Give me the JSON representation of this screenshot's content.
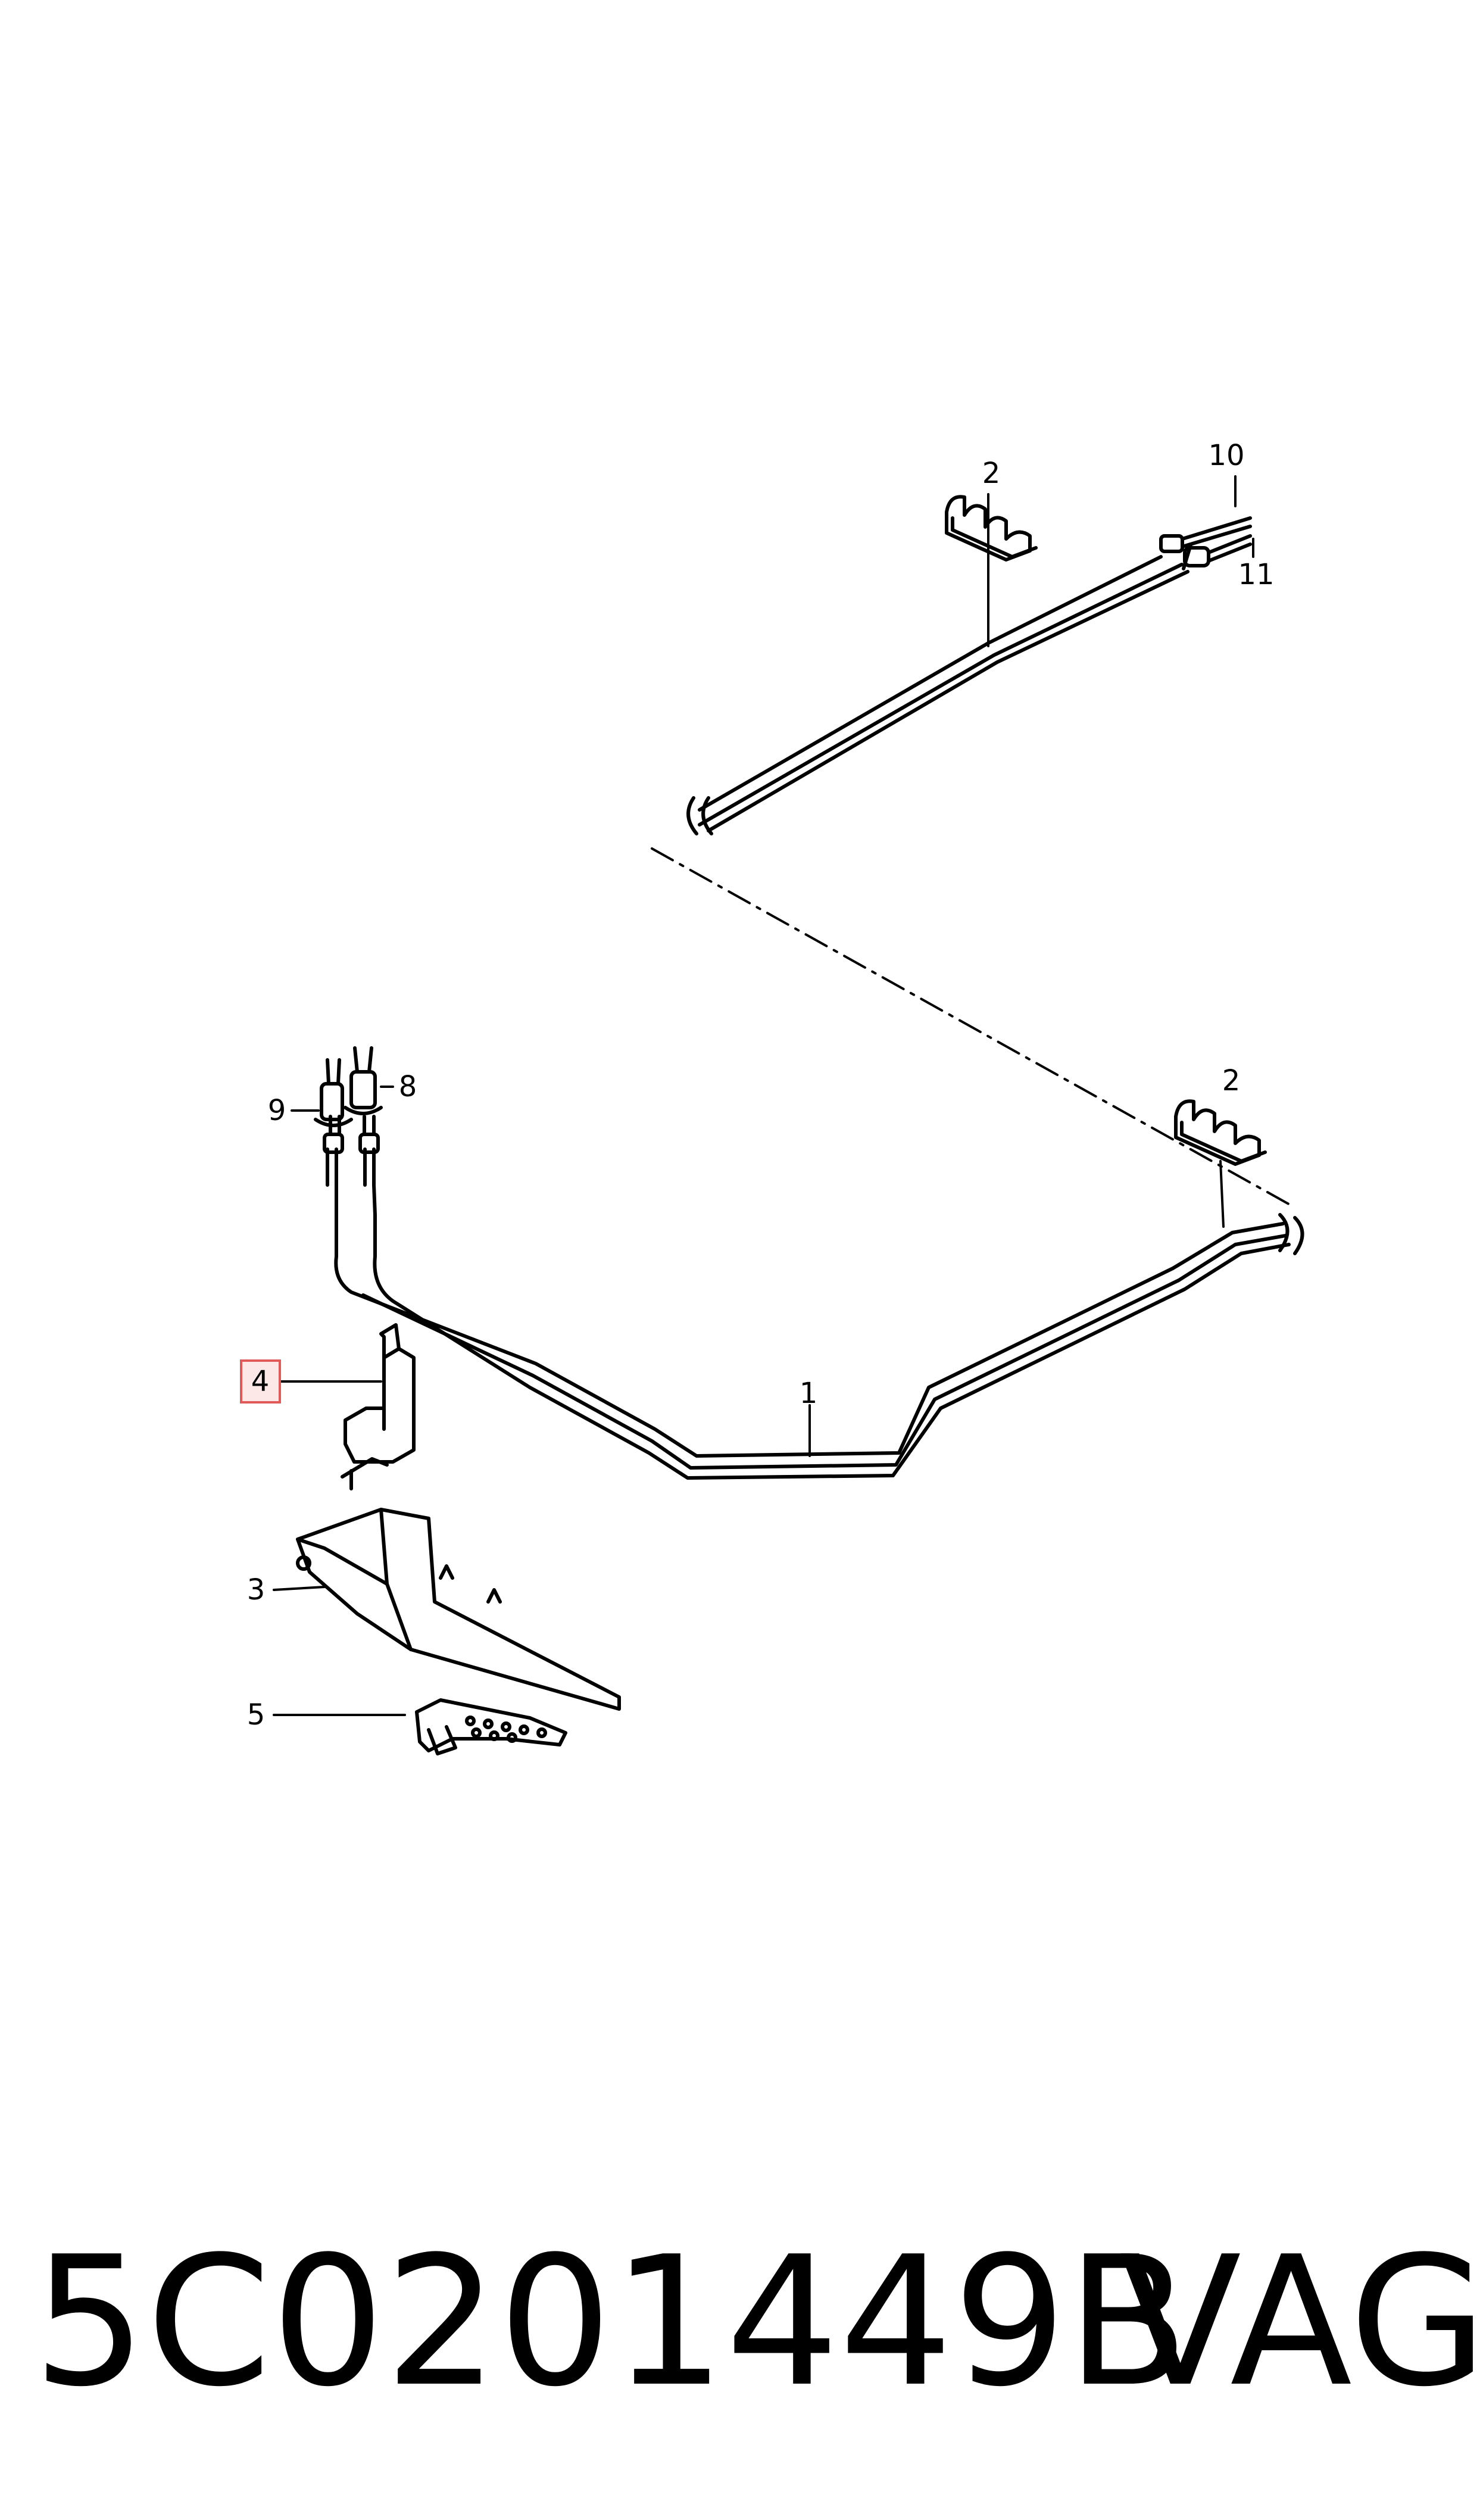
{
  "callouts": {
    "c1": "1",
    "c2a": "2",
    "c2b": "2",
    "c3": "3",
    "c4": "4",
    "c5": "5",
    "c8": "8",
    "c9": "9",
    "c10": "10",
    "c11": "11"
  },
  "footer": {
    "part_number": "5C0201449B",
    "brand": "VAG"
  },
  "colors": {
    "line": "#000000",
    "highlight_border": "#e05a5a",
    "highlight_fill": "#fde8e8"
  }
}
